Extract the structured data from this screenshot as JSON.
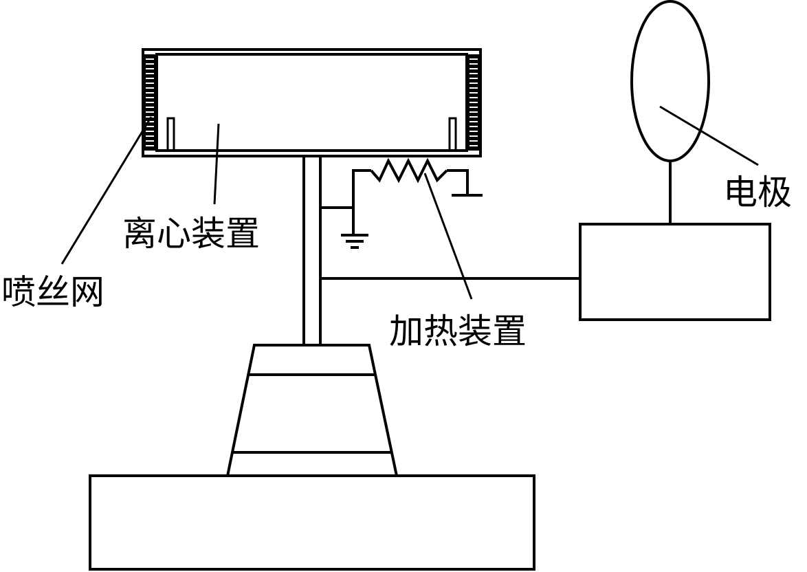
{
  "labels": {
    "centrifugal_device": "离心装置",
    "spinneret_mesh": "喷丝网",
    "heating_device": "加热装置",
    "electrode": "电极"
  },
  "colors": {
    "line": "#000000",
    "background": "#ffffff"
  }
}
